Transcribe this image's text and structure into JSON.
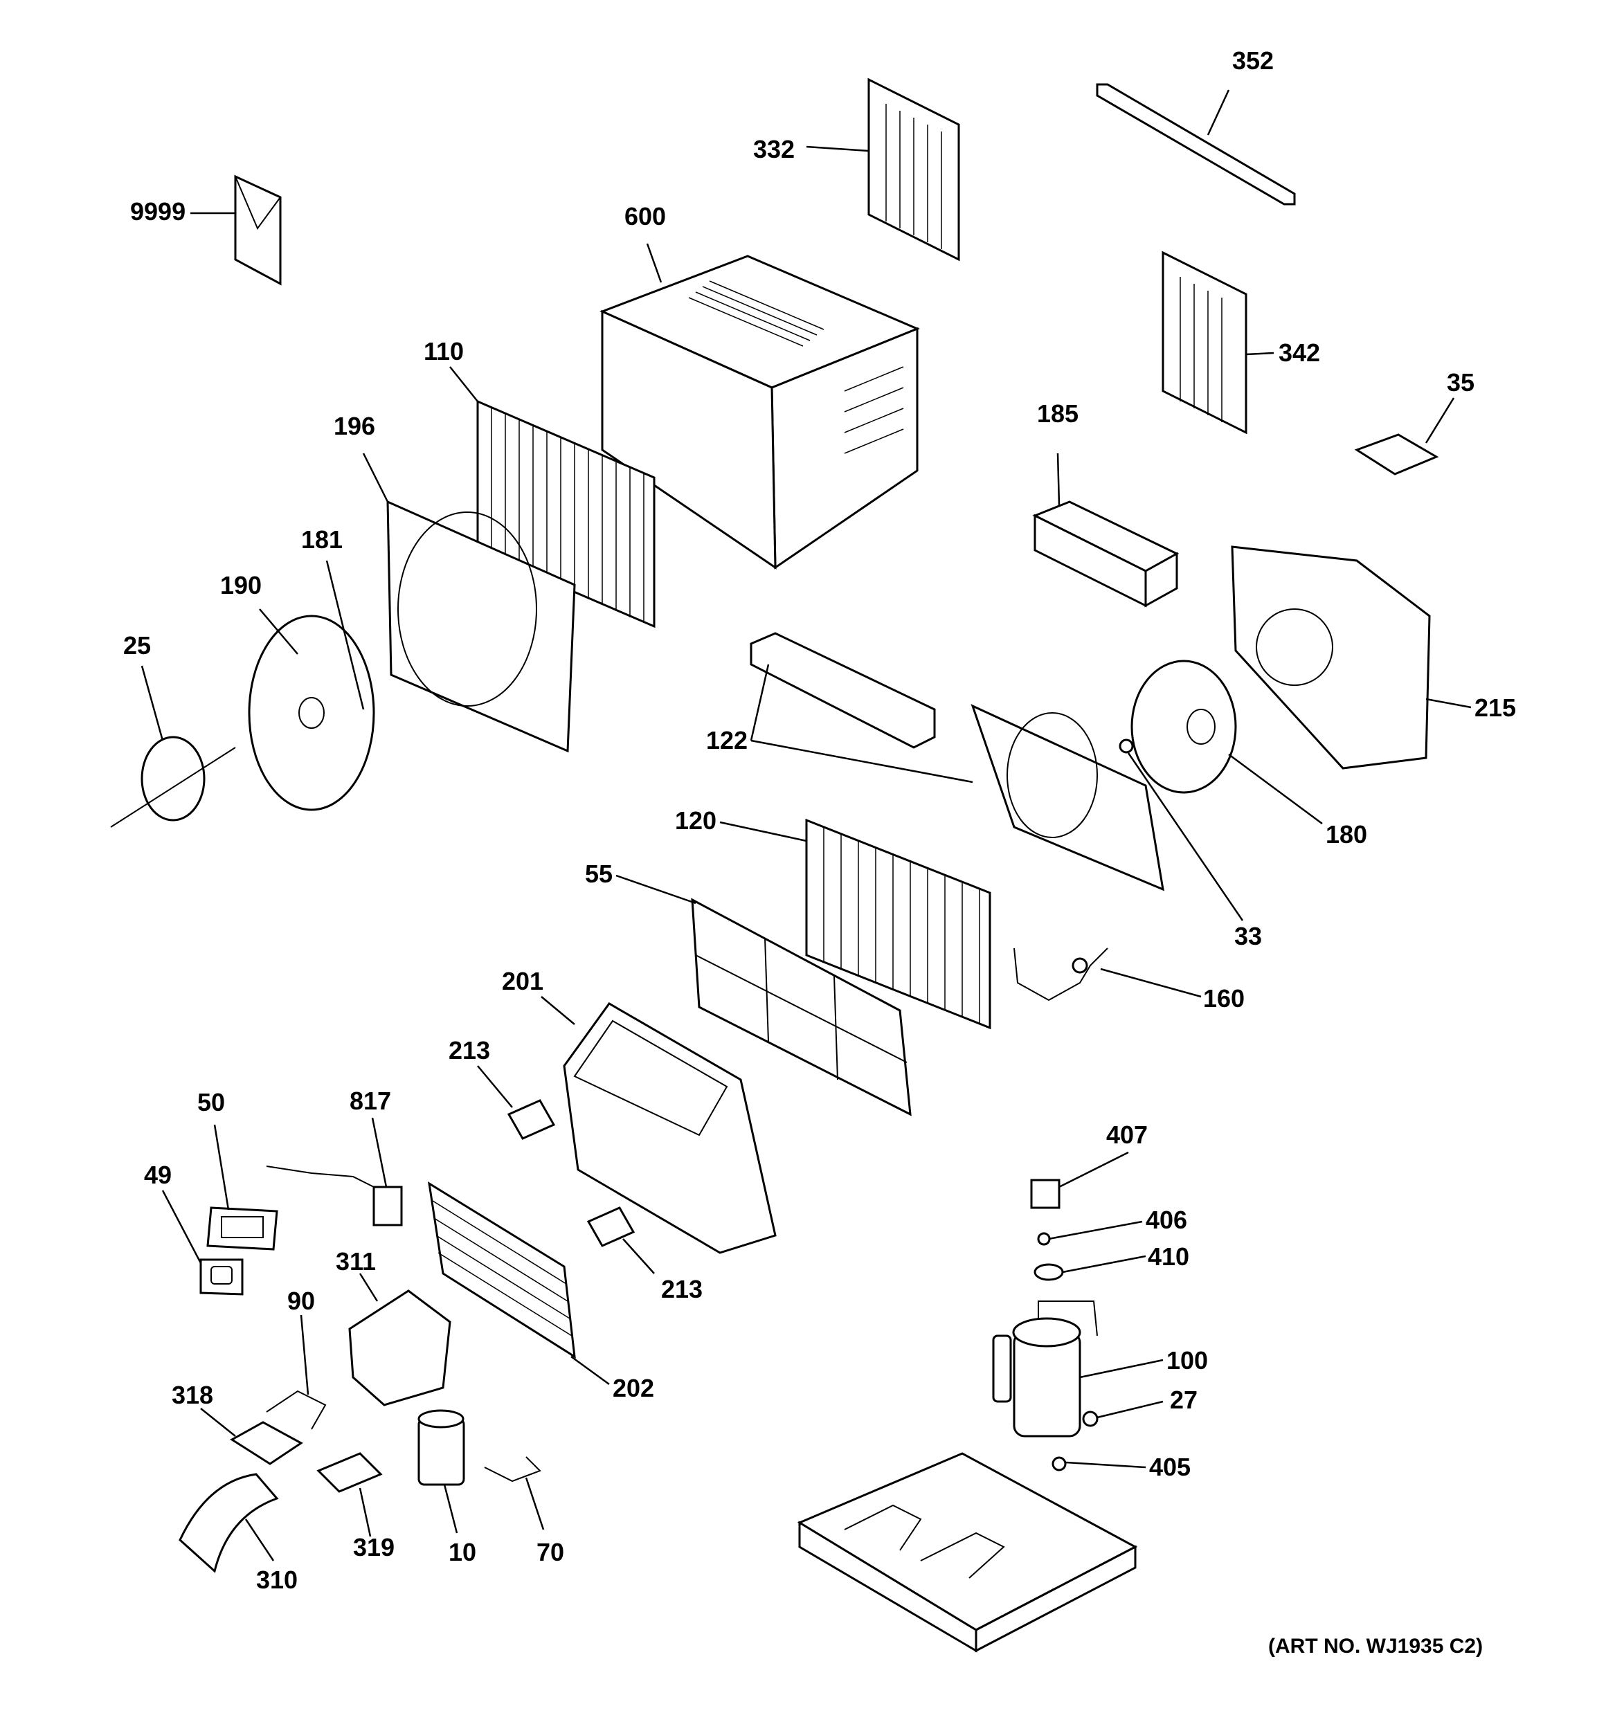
{
  "art_number": "(ART NO. WJ1935 C2)",
  "callouts": {
    "c352": "352",
    "c332": "332",
    "c9999": "9999",
    "c600": "600",
    "c342": "342",
    "c110": "110",
    "c35": "35",
    "c185": "185",
    "c196": "196",
    "c181": "181",
    "c190": "190",
    "c25": "25",
    "c215": "215",
    "c122": "122",
    "c120": "120",
    "c180": "180",
    "c55": "55",
    "c33": "33",
    "c201": "201",
    "c160": "160",
    "c213a": "213",
    "c50": "50",
    "c817": "817",
    "c407": "407",
    "c49": "49",
    "c406": "406",
    "c410": "410",
    "c213b": "213",
    "c311": "311",
    "c90": "90",
    "c100": "100",
    "c202": "202",
    "c318": "318",
    "c27": "27",
    "c405": "405",
    "c319": "319",
    "c10": "10",
    "c70": "70",
    "c310": "310"
  }
}
